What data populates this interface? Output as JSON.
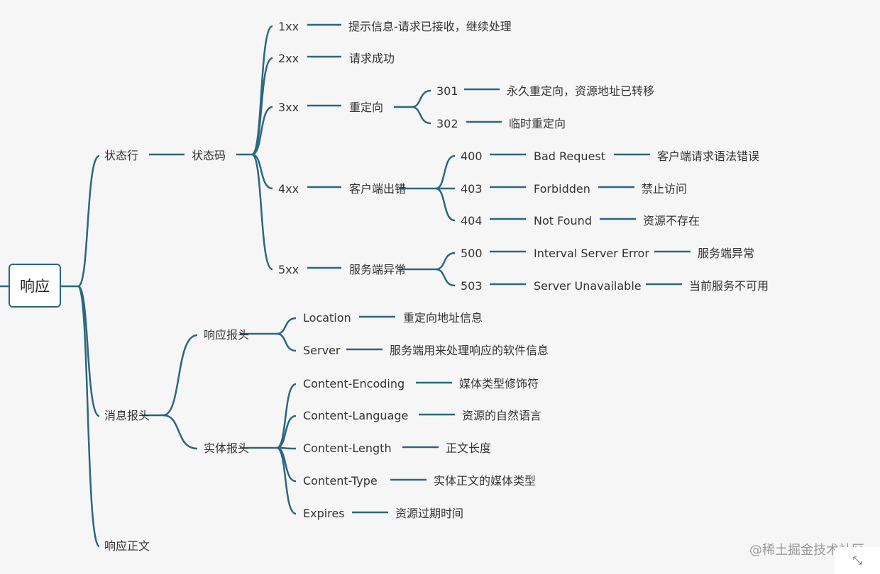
{
  "root": "响应",
  "branches": {
    "status_line": "状态行",
    "status_code": "状态码",
    "message_header": "消息报头",
    "response_header": "响应报头",
    "entity_header": "实体报头",
    "response_body": "响应正文"
  },
  "codes": {
    "c1xx": {
      "code": "1xx",
      "desc": "提示信息-请求已接收，继续处理"
    },
    "c2xx": {
      "code": "2xx",
      "desc": "请求成功"
    },
    "c3xx": {
      "code": "3xx",
      "desc": "重定向"
    },
    "c4xx": {
      "code": "4xx",
      "desc": "客户端出错"
    },
    "c5xx": {
      "code": "5xx",
      "desc": "服务端异常"
    }
  },
  "redirects": [
    {
      "code": "301",
      "desc": "永久重定向，资源地址已转移"
    },
    {
      "code": "302",
      "desc": "临时重定向"
    }
  ],
  "client_errors": [
    {
      "code": "400",
      "name": "Bad Request",
      "desc": "客户端请求语法错误"
    },
    {
      "code": "403",
      "name": "Forbidden",
      "desc": "禁止访问"
    },
    {
      "code": "404",
      "name": "Not Found",
      "desc": "资源不存在"
    }
  ],
  "server_errors": [
    {
      "code": "500",
      "name": "Interval Server Error",
      "desc": "服务端异常"
    },
    {
      "code": "503",
      "name": "Server Unavailable",
      "desc": "当前服务不可用"
    }
  ],
  "response_headers": [
    {
      "name": "Location",
      "desc": "重定向地址信息"
    },
    {
      "name": "Server",
      "desc": "服务端用来处理响应的软件信息"
    }
  ],
  "entity_headers": [
    {
      "name": "Content-Encoding",
      "desc": "媒体类型修饰符"
    },
    {
      "name": "Content-Language",
      "desc": "资源的自然语言"
    },
    {
      "name": "Content-Length",
      "desc": "正文长度"
    },
    {
      "name": "Content-Type",
      "desc": "实体正文的媒体类型"
    },
    {
      "name": "Expires",
      "desc": "资源过期时间"
    }
  ],
  "watermark": "@稀土掘金技术社区",
  "colors": {
    "line": "#2c6680",
    "text": "#333333",
    "background": "#f6f6f6"
  }
}
